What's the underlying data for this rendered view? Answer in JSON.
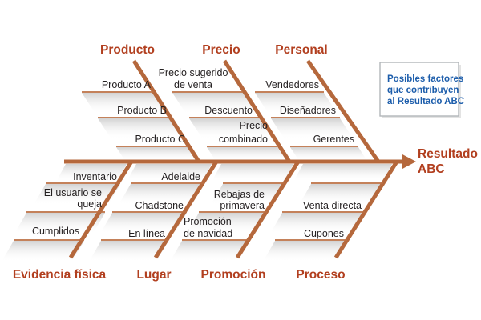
{
  "note": {
    "lines": [
      "Posibles factores",
      "que contribuyen",
      "al Resultado ABC"
    ]
  },
  "effect": {
    "lines": [
      "Resultado",
      "ABC"
    ]
  },
  "categories": [
    {
      "label": "Producto",
      "items": [
        {
          "lines": [
            "Producto A"
          ]
        },
        {
          "lines": [
            "Producto B"
          ]
        },
        {
          "lines": [
            "Producto C"
          ]
        }
      ]
    },
    {
      "label": "Precio",
      "items": [
        {
          "lines": [
            "Precio sugerido",
            "de venta"
          ]
        },
        {
          "lines": [
            "Descuento"
          ]
        },
        {
          "lines": [
            "Precio",
            "combinado"
          ]
        }
      ]
    },
    {
      "label": "Personal",
      "items": [
        {
          "lines": [
            "Vendedores"
          ]
        },
        {
          "lines": [
            "Diseñadores"
          ]
        },
        {
          "lines": [
            "Gerentes"
          ]
        }
      ]
    },
    {
      "label": "Evidencia física",
      "items": [
        {
          "lines": [
            "Inventario"
          ]
        },
        {
          "lines": [
            "El usuario se",
            "queja"
          ]
        },
        {
          "lines": [
            "Cumplidos"
          ]
        }
      ]
    },
    {
      "label": "Lugar",
      "items": [
        {
          "lines": [
            "Adelaide"
          ]
        },
        {
          "lines": [
            "Chadstone"
          ]
        },
        {
          "lines": [
            "En línea"
          ]
        }
      ]
    },
    {
      "label": "Promoción",
      "items": [
        {
          "lines": [
            ""
          ]
        },
        {
          "lines": [
            "Rebajas de",
            "primavera"
          ]
        },
        {
          "lines": [
            "Promoción",
            "de navidad"
          ]
        }
      ]
    },
    {
      "label": "Proceso",
      "items": [
        {
          "lines": [
            ""
          ]
        },
        {
          "lines": [
            "Venta directa"
          ]
        },
        {
          "lines": [
            "Cupones"
          ]
        }
      ]
    }
  ],
  "colors": {
    "category": "#b23f1f",
    "bone": "#b5683c",
    "underline": "#bc6f42",
    "item_text": "#231f20",
    "note_text": "#1c5dab",
    "note_border": "#b2b6b9"
  }
}
